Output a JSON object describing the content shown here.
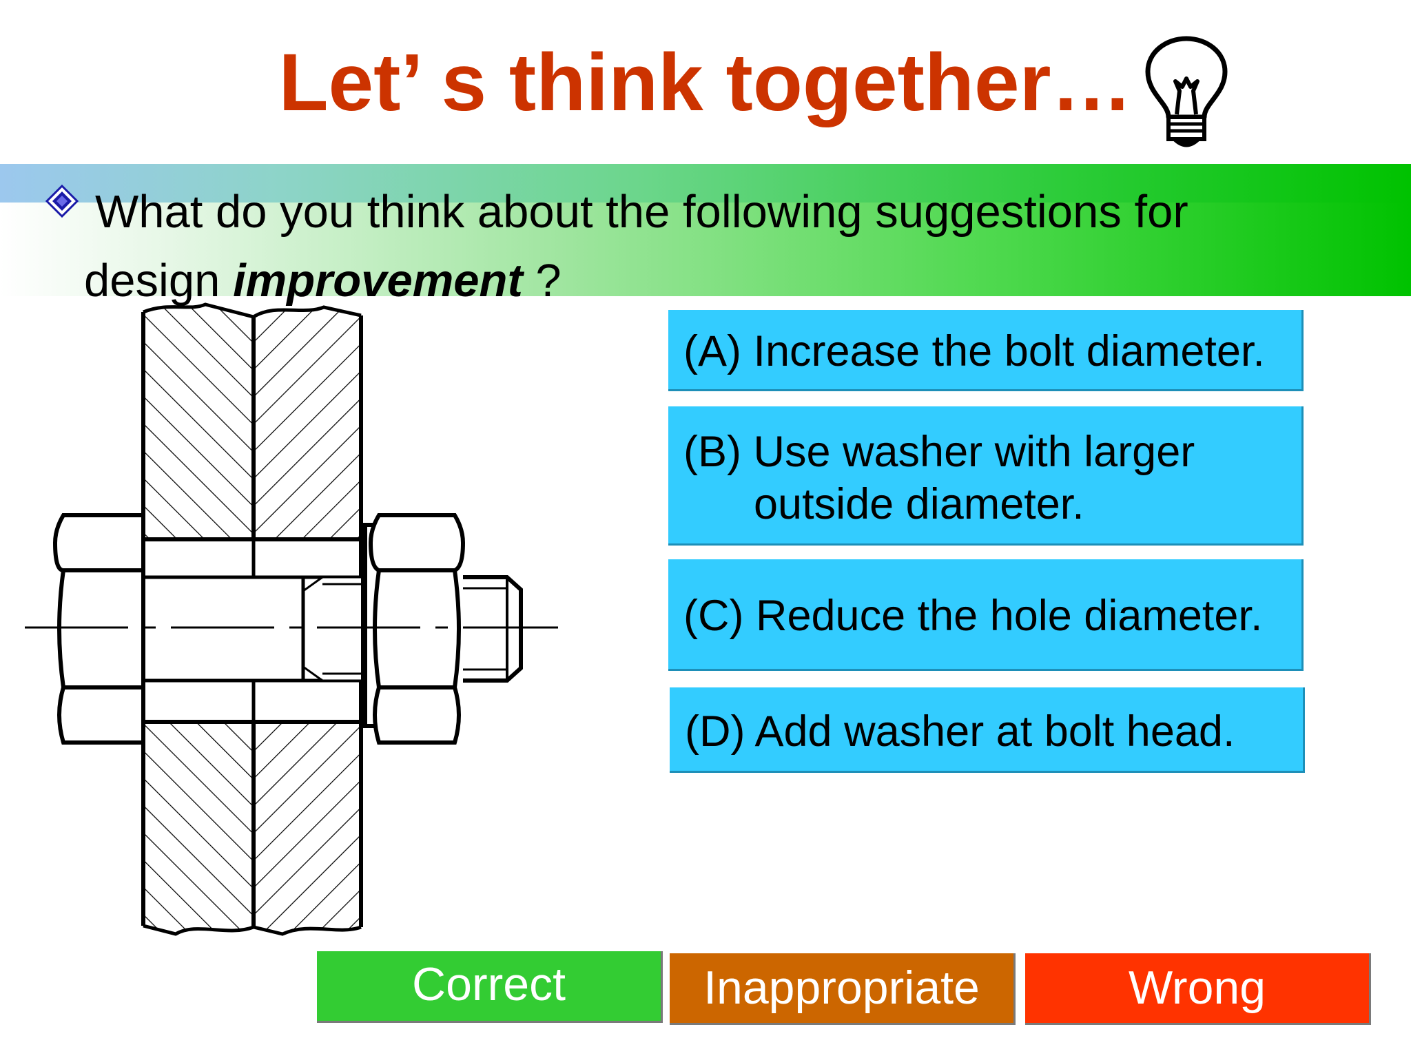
{
  "title": "Let’ s think together…",
  "question": {
    "line1": "What do you think about the following suggestions for",
    "line2_prefix": "design ",
    "line2_emphasis": "improvement",
    "line2_suffix": " ?"
  },
  "options": {
    "a": "(A) Increase the bolt diameter.",
    "b_line1": "(B) Use washer with larger",
    "b_line2": "outside diameter.",
    "c": "(C) Reduce the hole diameter.",
    "d": "(D) Add washer at bolt head."
  },
  "buttons": {
    "correct": "Correct",
    "inappropriate": "Inappropriate",
    "wrong": "Wrong"
  },
  "colors": {
    "title": "#cc3300",
    "option_bg": "#33ccff",
    "correct": "#33cc33",
    "inappropriate": "#cc6600",
    "wrong": "#ff3300"
  },
  "icons": [
    "lightbulb-icon",
    "diamond-bullet-icon"
  ]
}
